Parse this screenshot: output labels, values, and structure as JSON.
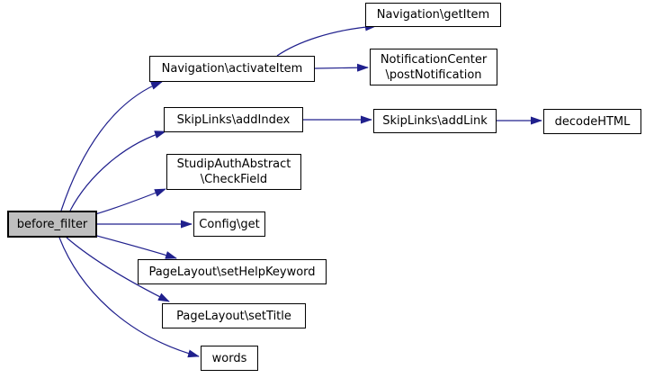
{
  "diagram": {
    "type": "call-graph",
    "root": "before_filter",
    "colors": {
      "edge": "#20208d",
      "node_border": "#000000",
      "node_fill": "#ffffff",
      "root_fill": "#bfbfbf",
      "background": "#ffffff"
    },
    "nodes": {
      "before_filter": {
        "label": "before_filter"
      },
      "navigation_activateitem": {
        "label": "Navigation\\activateItem"
      },
      "skiplinks_addindex": {
        "label": "SkipLinks\\addIndex"
      },
      "studipauthabstract_checkfield": {
        "label": "StudipAuthAbstract\n\\CheckField"
      },
      "config_get": {
        "label": "Config\\get"
      },
      "pagelayout_sethelpkeyword": {
        "label": "PageLayout\\setHelpKeyword"
      },
      "pagelayout_settitle": {
        "label": "PageLayout\\setTitle"
      },
      "words": {
        "label": "words"
      },
      "navigation_getitem": {
        "label": "Navigation\\getItem"
      },
      "notificationcenter_postnotification": {
        "label": "NotificationCenter\n\\postNotification"
      },
      "skiplinks_addlink": {
        "label": "SkipLinks\\addLink"
      },
      "decodehtml": {
        "label": "decodeHTML"
      }
    },
    "edges": [
      {
        "from": "before_filter",
        "to": "navigation_activateitem"
      },
      {
        "from": "before_filter",
        "to": "skiplinks_addindex"
      },
      {
        "from": "before_filter",
        "to": "studipauthabstract_checkfield"
      },
      {
        "from": "before_filter",
        "to": "config_get"
      },
      {
        "from": "before_filter",
        "to": "pagelayout_sethelpkeyword"
      },
      {
        "from": "before_filter",
        "to": "pagelayout_settitle"
      },
      {
        "from": "before_filter",
        "to": "words"
      },
      {
        "from": "navigation_activateitem",
        "to": "navigation_getitem"
      },
      {
        "from": "navigation_activateitem",
        "to": "notificationcenter_postnotification"
      },
      {
        "from": "skiplinks_addindex",
        "to": "skiplinks_addlink"
      },
      {
        "from": "skiplinks_addlink",
        "to": "decodehtml"
      }
    ]
  }
}
